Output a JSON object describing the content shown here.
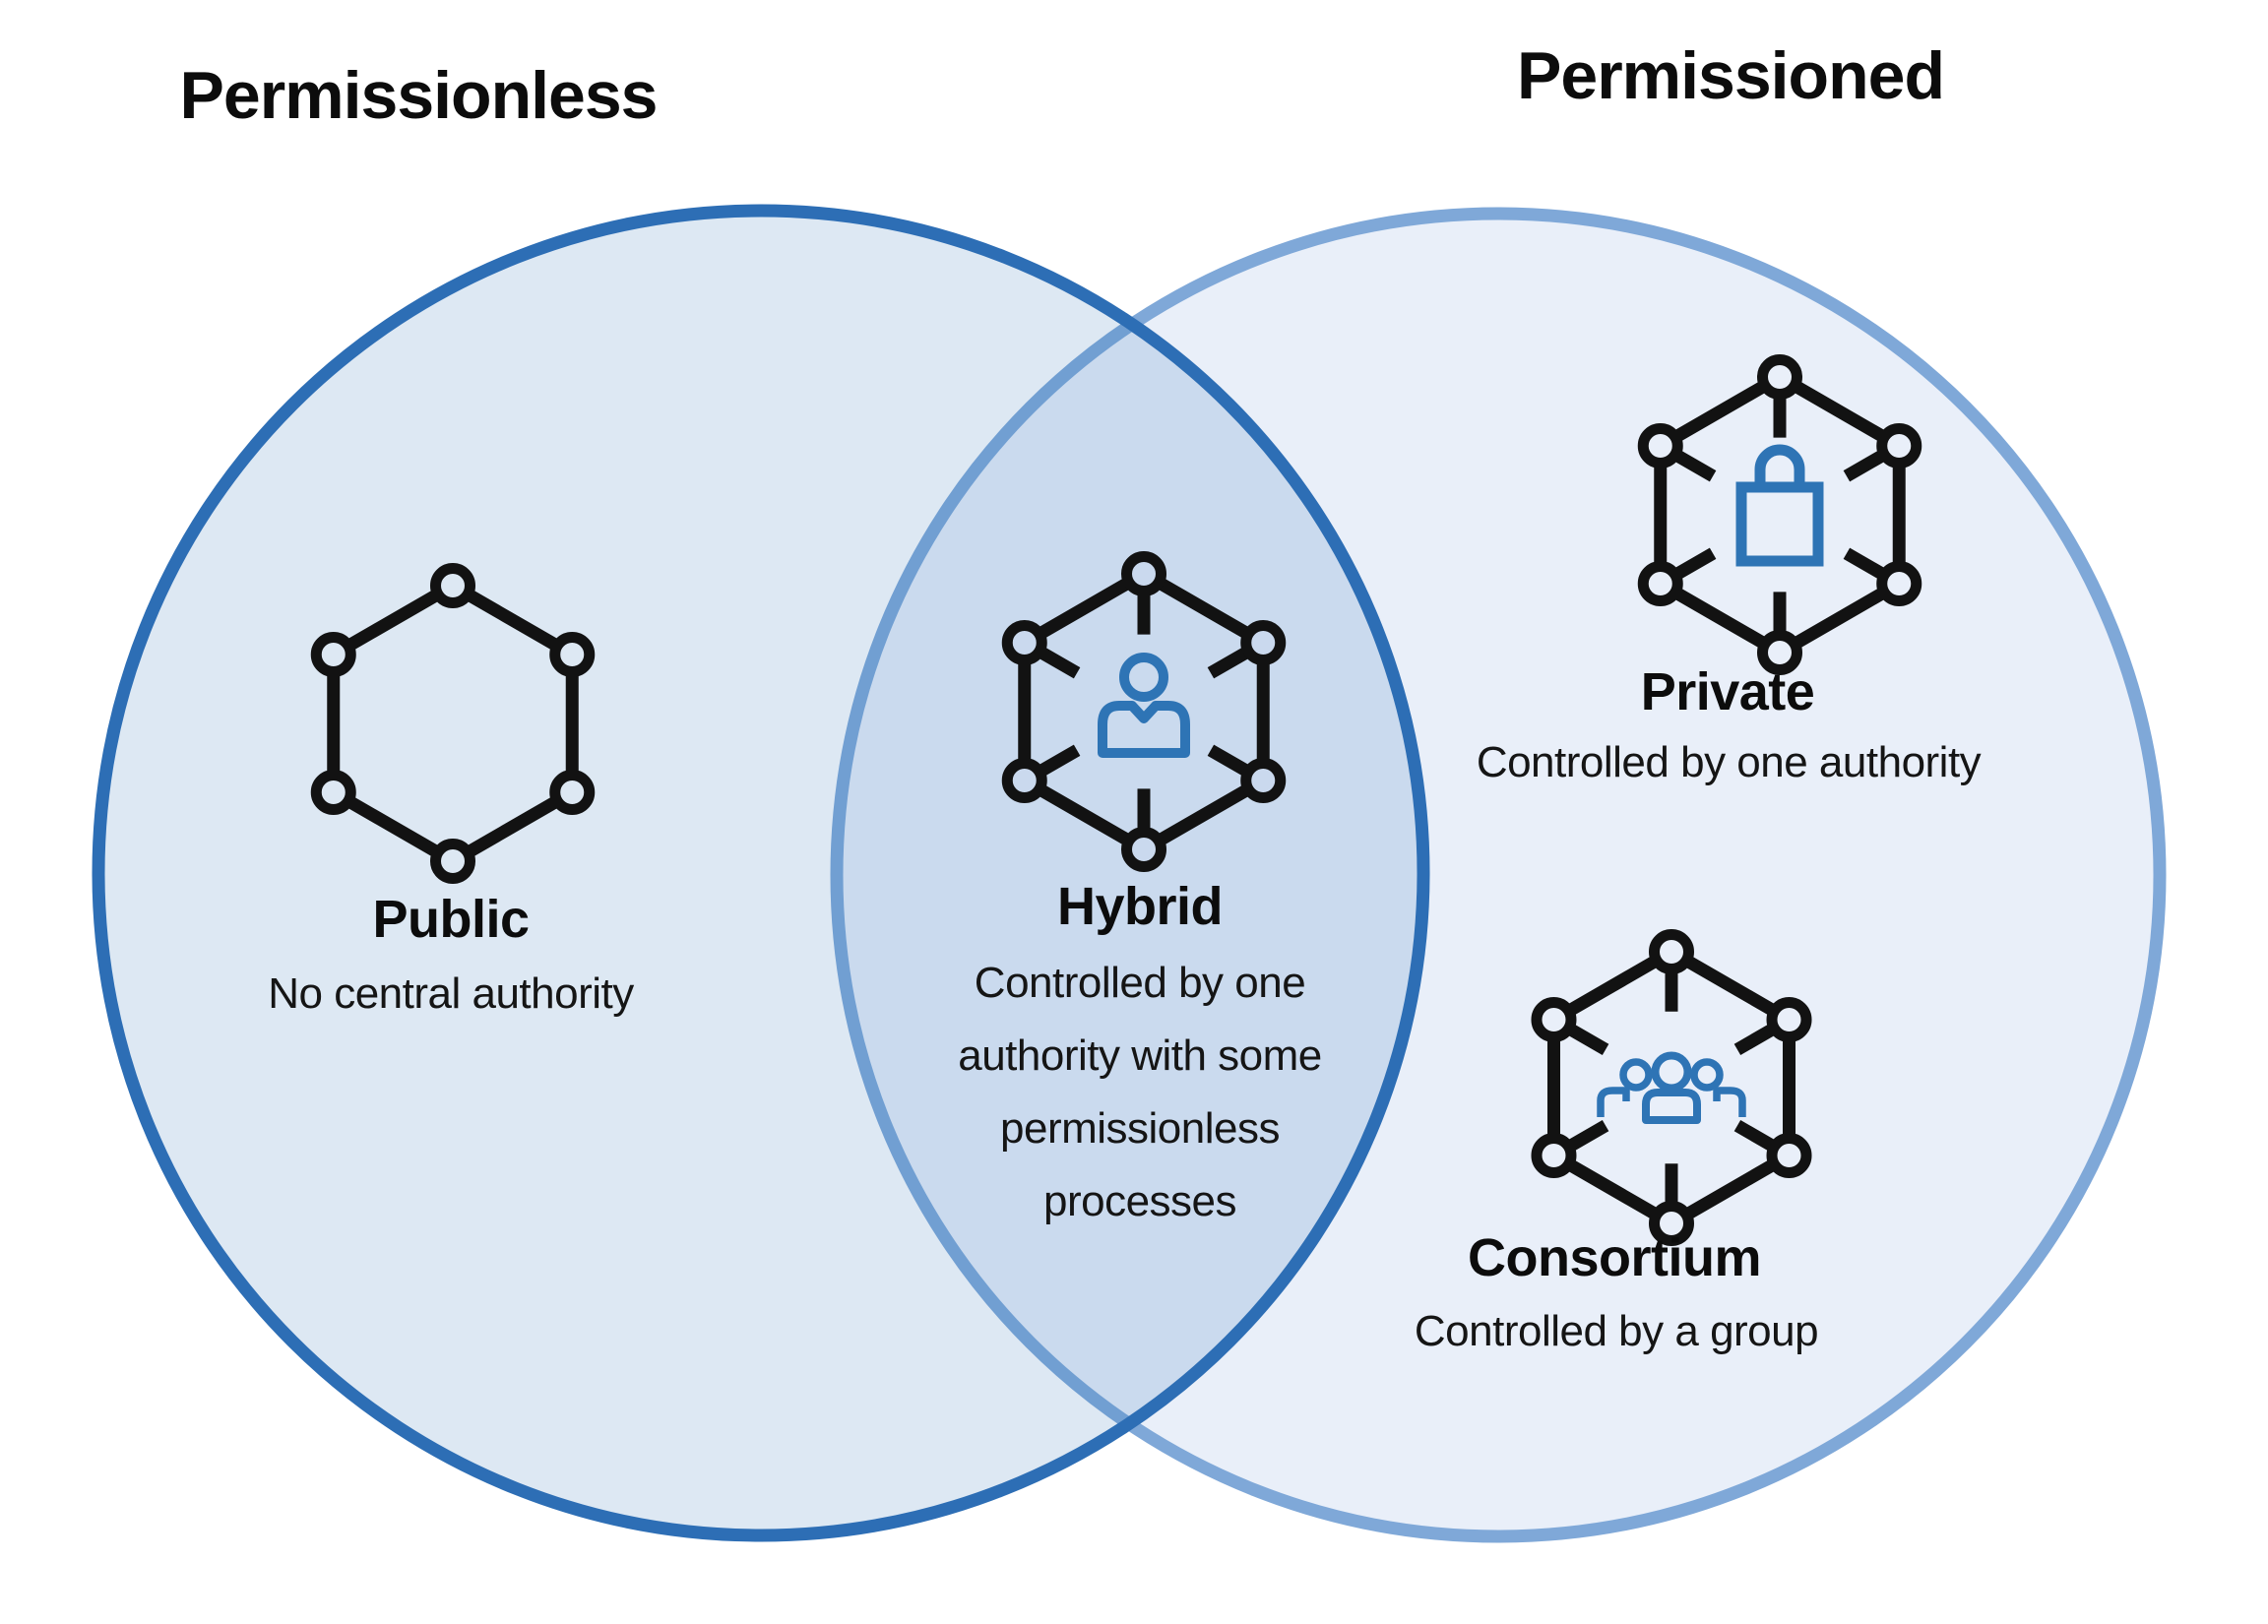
{
  "titles": {
    "left": "Permissionless",
    "right": "Permissioned"
  },
  "regions": {
    "public": {
      "label": "Public",
      "description": "No central authority",
      "icon": "network-hexagon-icon"
    },
    "hybrid": {
      "label": "Hybrid",
      "description": "Controlled by one\nauthority with some\npermissionless\nprocesses",
      "icon": "network-person-icon"
    },
    "private": {
      "label": "Private",
      "description": "Controlled by one authority",
      "icon": "network-lock-icon"
    },
    "consortium": {
      "label": "Consortium",
      "description": "Controlled by a group",
      "icon": "network-group-icon"
    }
  },
  "colors": {
    "left_circle_stroke": "#2d6eb5",
    "right_circle_stroke": "#7fa8d8",
    "right_circle_fill": "#e9eff9",
    "left_circle_fill_rgba": "rgba(45,110,181,0.16)",
    "icon_ink": "#121212",
    "icon_accent": "#2e74b5",
    "text": "#0c0c0c"
  }
}
